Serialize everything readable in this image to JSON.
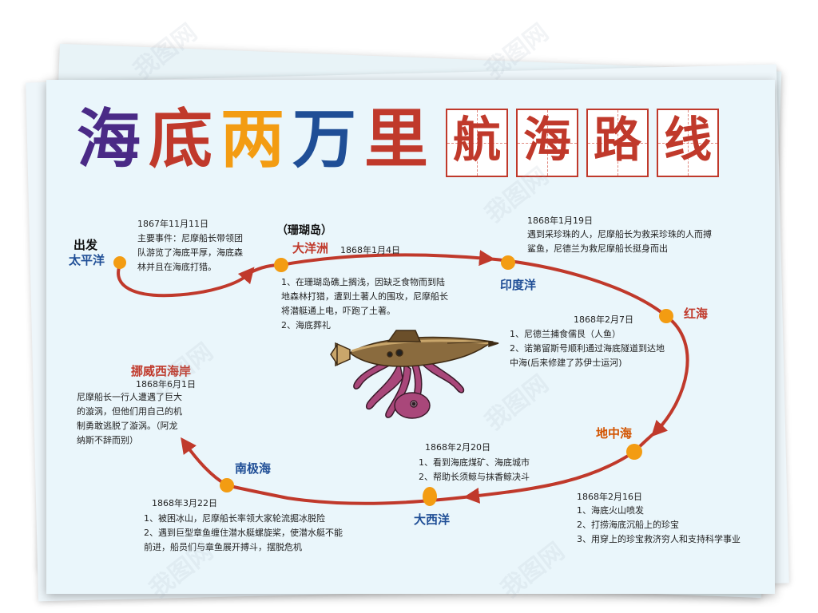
{
  "title": {
    "chars": [
      {
        "text": "海",
        "color": "#4a2a86"
      },
      {
        "text": "底",
        "color": "#c0392b"
      },
      {
        "text": "两",
        "color": "#f39c12"
      },
      {
        "text": "万",
        "color": "#1f4e96"
      },
      {
        "text": "里",
        "color": "#c0392b"
      }
    ],
    "subtitle_chars": [
      "航",
      "海",
      "路",
      "线"
    ]
  },
  "places": {
    "start": "出发",
    "pacific": "太平洋",
    "coral_island": "（珊瑚岛）",
    "oceania": "大洋洲",
    "indian": "印度洋",
    "red_sea": "红海",
    "mediterranean": "地中海",
    "atlantic": "大西洋",
    "antarctic": "南极海",
    "norway": "挪威西海岸"
  },
  "stops": {
    "s1": {
      "date": "1867年11月11日",
      "lines": [
        "主要事件：尼摩船长带领团",
        "队游览了海底平厚，海底森",
        "林并且在海底打猎。"
      ]
    },
    "s2": {
      "date": "1868年1月4日",
      "lines": [
        "1、在珊瑚岛礁上搁浅，因缺乏食物而到陆",
        "地森林打猎，遭到土著人的围攻，尼摩船长",
        "将潜艇通上电，吓跑了土著。",
        "2、海底葬礼"
      ]
    },
    "s3": {
      "date": "1868年1月19日",
      "lines": [
        "遇到采珍珠的人，尼摩船长为救采珍珠的人而搏",
        "鲨鱼，尼德兰为救尼摩船长挺身而出"
      ]
    },
    "s4": {
      "date": "1868年2月7日",
      "lines": [
        "1、尼德兰捕食儒艮（人鱼）",
        "2、诺第留斯号顺利通过海底隧道到达地",
        "中海(后来修建了苏伊士运河)"
      ]
    },
    "s5": {
      "date": "1868年2月16日",
      "lines": [
        "1、海底火山喷发",
        "2、打捞海底沉船上的珍宝",
        "3、用穿上的珍宝救济穷人和支持科学事业"
      ]
    },
    "s6": {
      "date": "1868年2月20日",
      "lines": [
        "1、看到海底煤矿、海底城市",
        "2、帮助长须鲸与抹香鲸决斗"
      ]
    },
    "s7": {
      "date": "1868年3月22日",
      "lines": [
        "1、被困冰山，尼摩船长率领大家轮流掘冰脱险",
        "2、遇到巨型章鱼缠住潜水艇螺旋桨，使潜水艇不能",
        "前进，船员们与章鱼展开搏斗，摆脱危机"
      ]
    },
    "s8": {
      "date": "1868年6月1日",
      "lines": [
        "尼摩船长一行人遭遇了巨大",
        "的漩涡，但他们用自己的机",
        "制勇敢逃脱了漩涡。（阿龙",
        "纳斯不辞而别）"
      ]
    }
  },
  "colors": {
    "route": "#c0392b",
    "dot": "#f39c12",
    "place_red": "#c0392b",
    "place_blue": "#1f4e96",
    "place_orange": "#d35400"
  },
  "watermark": "我图网"
}
